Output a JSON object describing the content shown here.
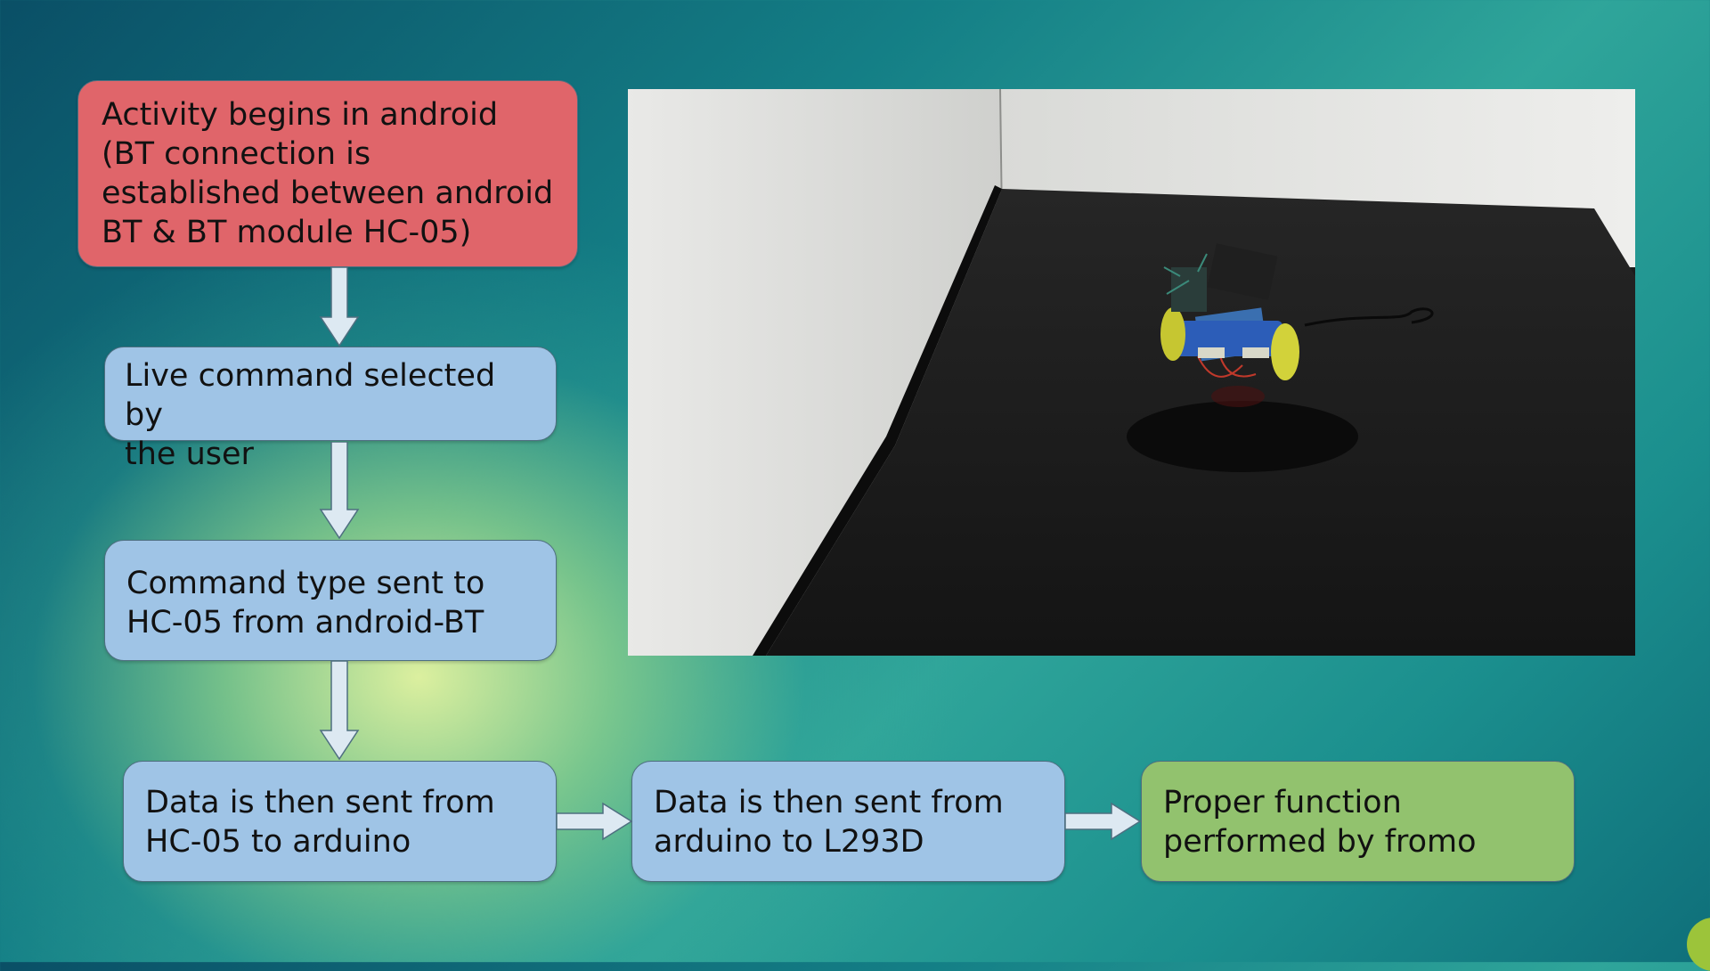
{
  "flowchart": {
    "nodes": [
      {
        "id": "activity-begins",
        "color": "#e0656a",
        "lines": [
          "Activity begins in android",
          "(BT connection is",
          "established between android",
          "BT & BT module HC-05)"
        ]
      },
      {
        "id": "live-command",
        "color": "#9fc4e6",
        "lines": [
          "Live command selected by",
          "the user"
        ]
      },
      {
        "id": "command-type",
        "color": "#9fc4e6",
        "lines": [
          "Command type sent to",
          "HC-05 from android-BT"
        ]
      },
      {
        "id": "data-hc05-arduino",
        "color": "#9fc4e6",
        "lines": [
          "Data is then sent from",
          "HC-05 to arduino"
        ]
      },
      {
        "id": "data-arduino-l293d",
        "color": "#9fc4e6",
        "lines": [
          "Data is then sent from",
          "arduino to L293D"
        ]
      },
      {
        "id": "proper-function",
        "color": "#92c26e",
        "lines": [
          "Proper function",
          "performed by fromo"
        ]
      }
    ],
    "edges": [
      [
        "activity-begins",
        "live-command"
      ],
      [
        "live-command",
        "command-type"
      ],
      [
        "command-type",
        "data-hc05-arduino"
      ],
      [
        "data-hc05-arduino",
        "data-arduino-l293d"
      ],
      [
        "data-arduino-l293d",
        "proper-function"
      ]
    ]
  },
  "photo": {
    "subject": "robot-car-on-table"
  }
}
